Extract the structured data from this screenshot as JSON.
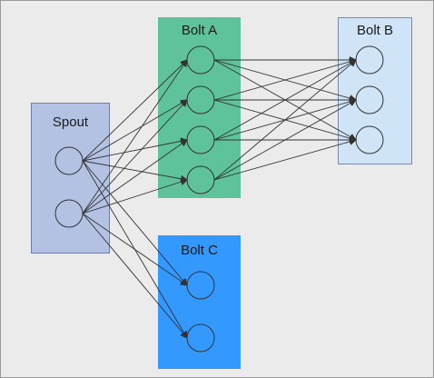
{
  "components": [
    {
      "id": "spout",
      "label": "Spout",
      "tasks": 2,
      "color": "#b3c2e2"
    },
    {
      "id": "bolt-a",
      "label": "Bolt A",
      "tasks": 4,
      "color": "#5ec39b"
    },
    {
      "id": "bolt-b",
      "label": "Bolt B",
      "tasks": 3,
      "color": "#d0e4f8"
    },
    {
      "id": "bolt-c",
      "label": "Bolt C",
      "tasks": 2,
      "color": "#3399ff"
    }
  ],
  "connections": [
    {
      "from": "spout",
      "to": "bolt-a"
    },
    {
      "from": "spout",
      "to": "bolt-c"
    },
    {
      "from": "bolt-a",
      "to": "bolt-b"
    }
  ]
}
